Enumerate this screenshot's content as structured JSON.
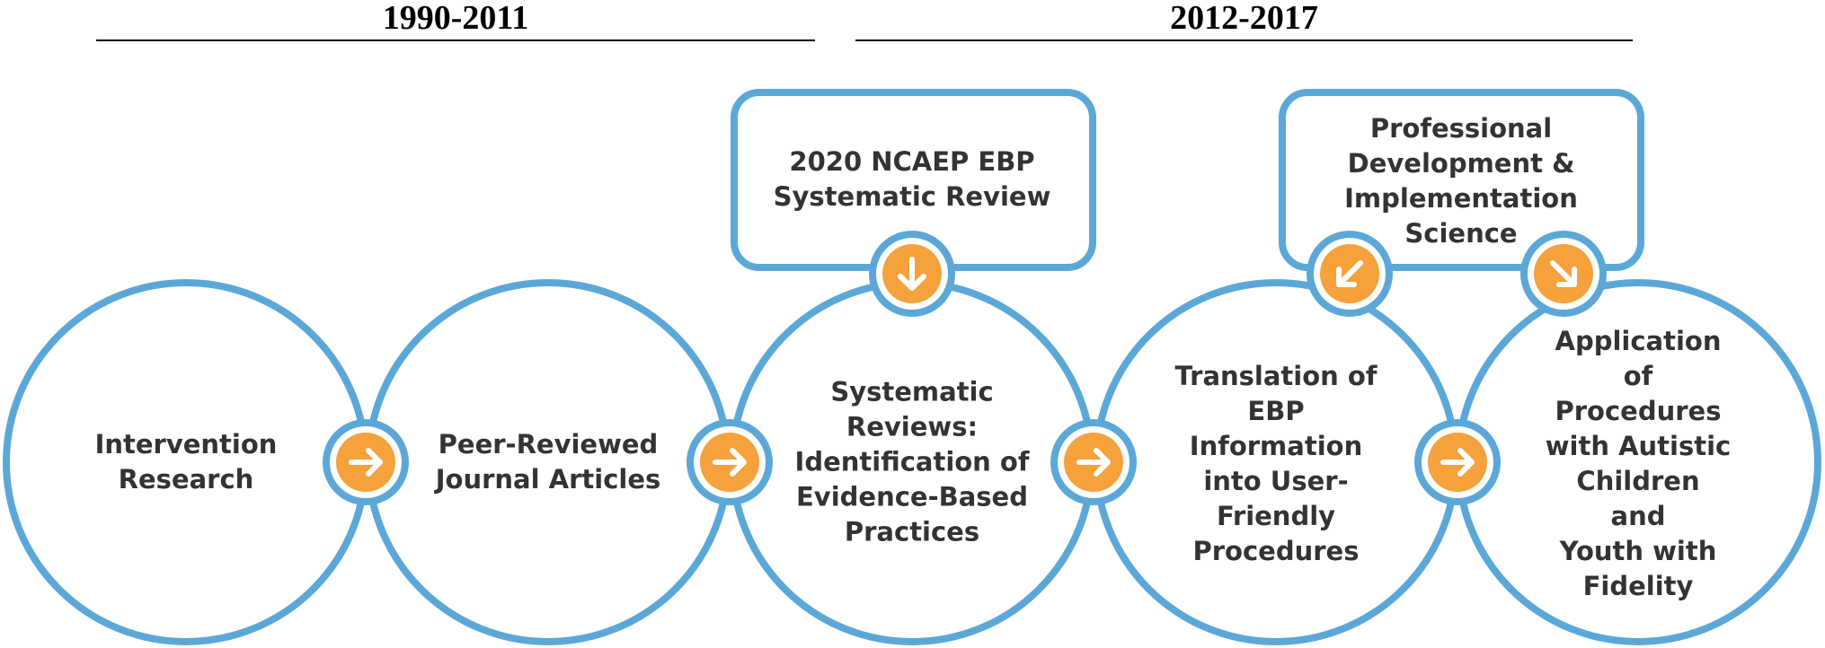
{
  "periods": {
    "left": "1990-2011",
    "right": "2012-2017"
  },
  "circles": [
    "Intervention\nResearch",
    "Peer-Reviewed\nJournal Articles",
    "Systematic\nReviews:\nIdentification of\nEvidence-Based\nPractices",
    "Translation of\nEBP\nInformation\ninto User-\nFriendly\nProcedures",
    "Application of\nProcedures\nwith Autistic\nChildren and\nYouth with\nFidelity"
  ],
  "boxes": [
    "2020 NCAEP EBP\nSystematic Review",
    "Professional\nDevelopment &\nImplementation\nScience"
  ],
  "colors": {
    "outline": "#5ba8d8",
    "arrow_fill": "#f5a13c",
    "arrow_glyph": "#ffffff",
    "text": "#333333"
  },
  "icons": {
    "connector": "arrow-right-icon",
    "box_down": "arrow-down-icon",
    "box_down_left": "arrow-down-left-icon",
    "box_down_right": "arrow-down-right-icon"
  }
}
